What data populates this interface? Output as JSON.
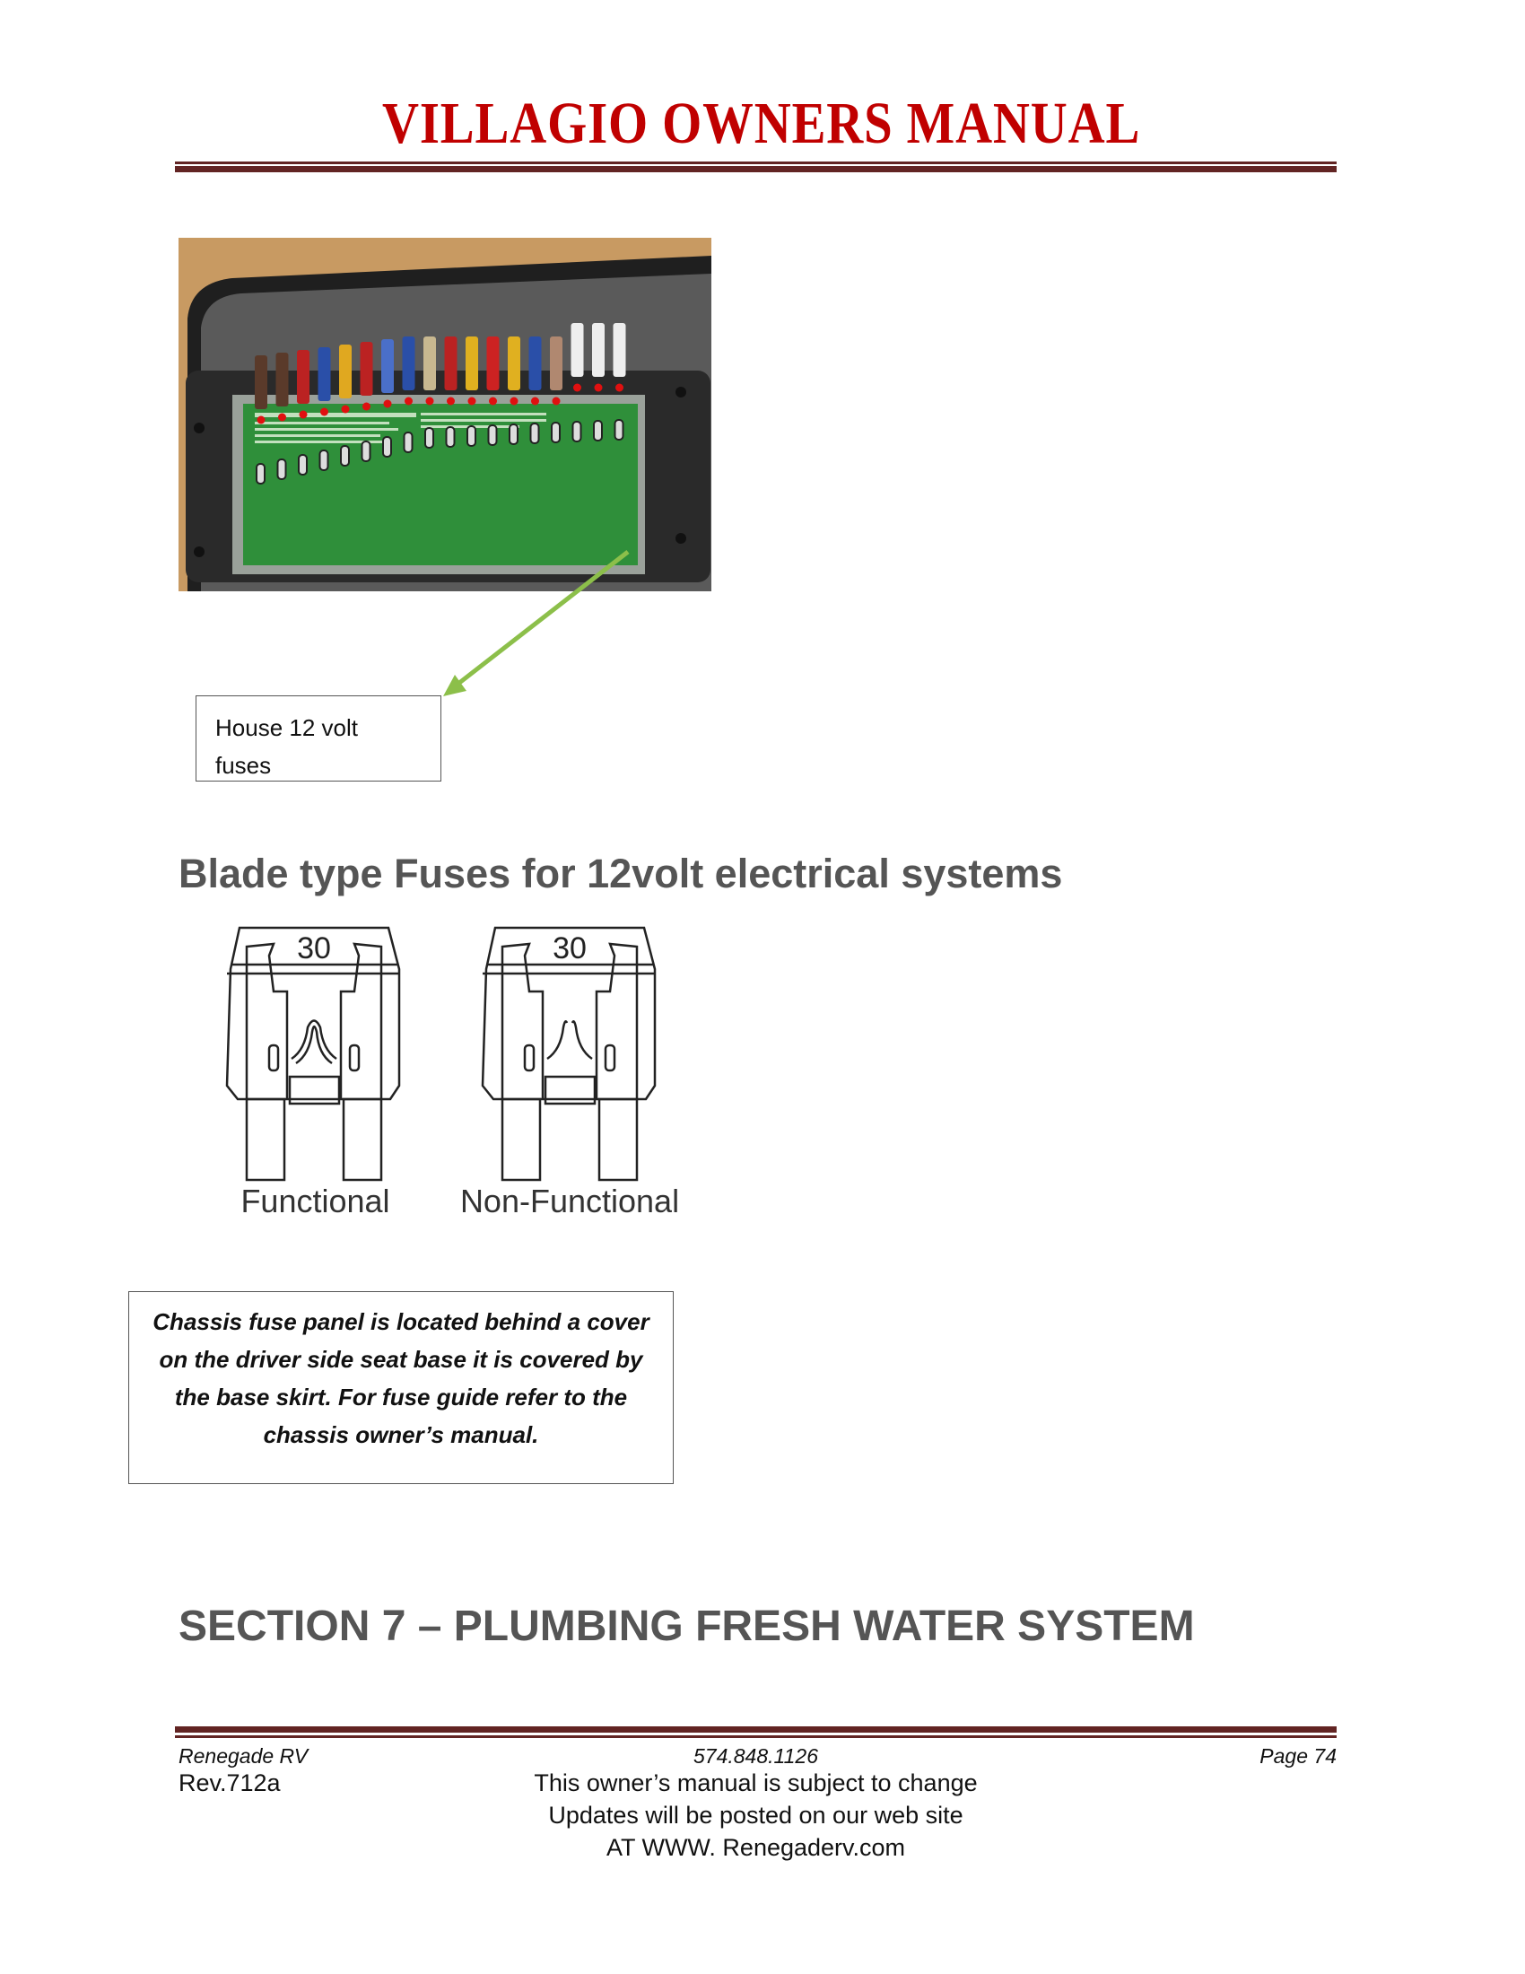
{
  "header": {
    "title": "VILLAGIO OWNERS MANUAL"
  },
  "photo": {
    "callout_lines": [
      "House 12 volt",
      "fuses"
    ],
    "arrow_color": "#8cbf4a"
  },
  "blade_section": {
    "heading": "Blade type Fuses for 12volt electrical systems",
    "fuses": [
      {
        "rating": "30",
        "label": "Functional"
      },
      {
        "rating": "30",
        "label": "Non-Functional"
      }
    ]
  },
  "chassis_note": {
    "lines": [
      "Chassis fuse panel is located behind a cover",
      "on the driver side seat base it is covered by",
      "the base skirt. For fuse guide refer to the",
      "chassis owner’s manual."
    ]
  },
  "section_heading": "SECTION 7 – PLUMBING FRESH WATER SYSTEM",
  "footer": {
    "company": "Renegade RV",
    "phone": "574.848.1126",
    "page": "Page 74",
    "revision": "Rev.712a",
    "notice_lines": [
      "This owner’s manual is subject to change",
      "Updates will be posted on our web site",
      "AT WWW. Renegaderv.com"
    ]
  },
  "colors": {
    "title": "#c00000",
    "rule": "#622423",
    "heading": "#555555"
  }
}
